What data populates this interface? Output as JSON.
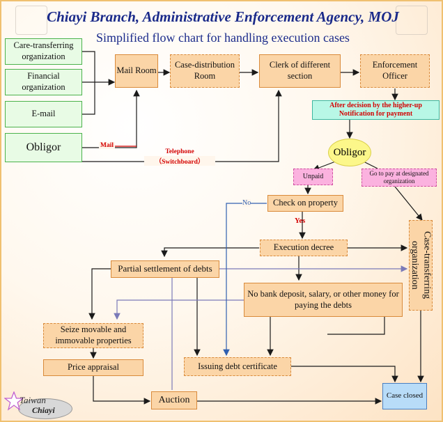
{
  "header": {
    "title": "Chiayi Branch, Administrative Enforcement Agency, MOJ",
    "subtitle": "Simplified flow chart for handling execution cases"
  },
  "nodes": {
    "care_transferring": "Care-transferring organization",
    "financial_org": "Financial organization",
    "email": "E-mail",
    "obligor_left": "Obligor",
    "mail_room": "Mail Room",
    "case_distribution": "Case-distribution Room",
    "clerk": "Clerk of different section",
    "enforcement_officer": "Enforcement Officer",
    "after_decision": "After decision by the higher-up Notification for payment",
    "obligor_oval": "Obligor",
    "unpaid": "Unpaid",
    "go_to_pay": "Go to pay at designated organization",
    "check_property": "Check on property",
    "execution_decree": "Execution decree",
    "partial_settlement": "Partial settlement of debts",
    "no_bank_deposit": "No bank deposit, salary, or other money for paying the debts",
    "seize_properties": "Seize movable and immovable properties",
    "price_appraisal": "Price appraisal",
    "issuing_certificate": "Issuing debt certificate",
    "auction": "Auction",
    "case_closed": "Case closed",
    "case_transferring_org": "Case-transferring organization"
  },
  "edge_labels": {
    "mail": "Mail",
    "telephone": "Telephone",
    "switchboard": "（Switchboard）",
    "no": "No",
    "yes": "Yes"
  },
  "logo": {
    "line1": "Taiwan",
    "line2": "Chiayi"
  },
  "colors": {
    "title": "#1a2a8a",
    "arrow": "#1a1a1a",
    "feedback_arrow": "#7a7ab8",
    "label_red": "#d40000"
  }
}
